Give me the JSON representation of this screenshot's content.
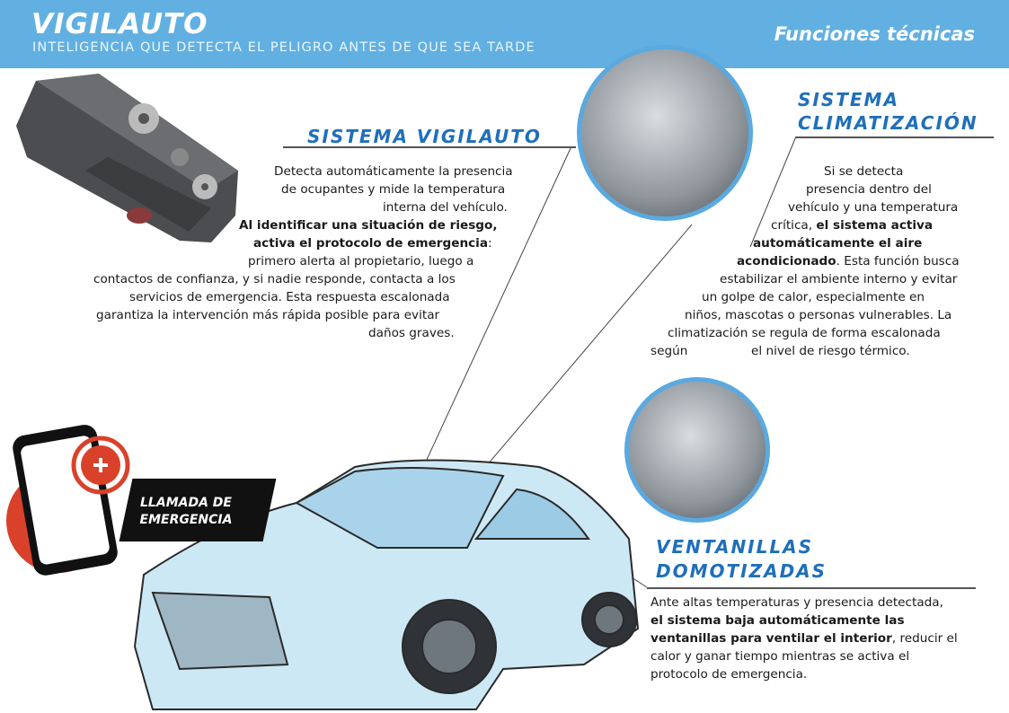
{
  "header": {
    "logo": "VIGILAUTO",
    "tagline": "INTELIGENCIA QUE DETECTA EL PELIGRO ANTES DE QUE SEA TARDE",
    "section_title": "Funciones técnicas"
  },
  "vigilauto": {
    "title": "SISTEMA VIGILAUTO",
    "lines": [
      "Detecta automáticamente la presencia",
      "de ocupantes y mide la temperatura",
      "interna del vehículo.",
      "Al identificar una situación de riesgo,",
      "activa el protocolo de emergencia",
      ":",
      "primero alerta al propietario, luego a",
      "contactos de confianza, y si nadie responde, contacta a los",
      "servicios de emergencia. Esta respuesta escalonada",
      "garantiza la intervención más rápida posible para evitar",
      "daños graves."
    ]
  },
  "climatizacion": {
    "title_1": "SISTEMA",
    "title_2": "CLIMATIZACIÓN",
    "lines": [
      "Si se detecta",
      "presencia dentro del",
      "vehículo y una temperatura",
      "crítica, ",
      "el sistema activa",
      "automáticamente el aire",
      "acondicionado",
      ". Esta función busca",
      "estabilizar el ambiente interno y evitar",
      "un golpe de calor, especialmente en",
      "niños, mascotas o personas vulnerables. La",
      "climatización se regula de forma escalonada",
      "según",
      "el nivel de riesgo térmico."
    ]
  },
  "ventanillas": {
    "title_1": "VENTANILLAS",
    "title_2": "DOMOTIZADAS",
    "lines": [
      "Ante altas temperaturas y presencia detectada,",
      "el sistema baja automáticamente las",
      "ventanillas para ventilar el interior",
      ", reducir el",
      "calor y ganar tiempo mientras se activa el",
      "protocolo de emergencia."
    ]
  },
  "emergency": {
    "label_1": "LLAMADA DE",
    "label_2": "EMERGENCIA"
  },
  "colors": {
    "header": "#62b0e2",
    "accent": "#1f6fbb",
    "emergency": "#d9412b"
  }
}
